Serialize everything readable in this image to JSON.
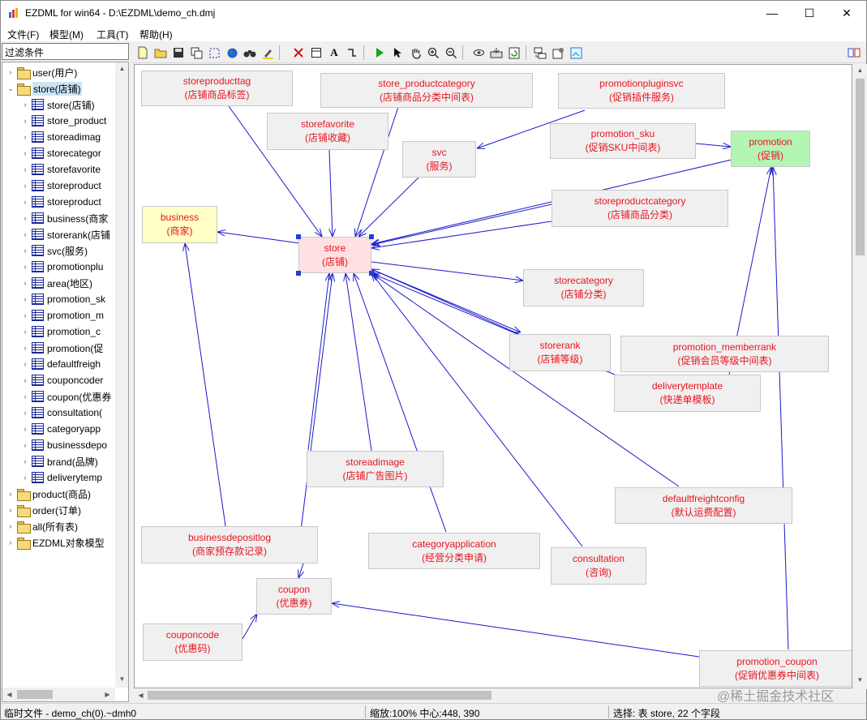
{
  "window": {
    "title": "EZDML for win64 - D:\\EZDML\\demo_ch.dmj",
    "min_glyph": "—",
    "max_glyph": "☐",
    "close_glyph": "✕"
  },
  "menu": [
    "文件(F)",
    "模型(M)",
    "工具(T)",
    "帮助(H)"
  ],
  "filter": {
    "placeholder": "过滤条件"
  },
  "tree": {
    "groups": [
      {
        "label": "user(用户)",
        "expanded": false
      },
      {
        "label": "store(店铺)",
        "expanded": true,
        "selected": true
      },
      {
        "label": "product(商品)",
        "expanded": false
      },
      {
        "label": "order(订单)",
        "expanded": false
      },
      {
        "label": "all(所有表)",
        "expanded": false
      },
      {
        "label": "EZDML对象模型",
        "expanded": false
      }
    ],
    "store_children": [
      "store(店铺)",
      "store_product",
      "storeadimag",
      "storecategor",
      "storefavorite",
      "storeproduct",
      "storeproduct",
      "business(商家",
      "storerank(店铺",
      "svc(服务)",
      "promotionplu",
      "area(地区)",
      "promotion_sk",
      "promotion_m",
      "promotion_c",
      "promotion(促",
      "defaultfreigh",
      "couponcoder",
      "coupon(优惠券",
      "consultation(",
      "categoryapp",
      "businessdepo",
      "brand(品牌)",
      "deliverytemp"
    ]
  },
  "toolbar": {
    "icons": [
      "new-file-icon",
      "open-folder-icon",
      "save-icon",
      "copy-icon",
      "grid-select-icon",
      "globe-icon",
      "binoculars-icon",
      "highlighter-icon",
      "delete-icon",
      "table-icon",
      "text-icon",
      "connector-icon",
      "run-icon",
      "pointer-icon",
      "hand-icon",
      "zoom-in-icon",
      "zoom-out-icon",
      "eye-icon",
      "import-icon",
      "refresh-icon",
      "sql-icon",
      "properties-icon",
      "layout-icon",
      "switch-icon"
    ]
  },
  "diagram": {
    "nodes": [
      {
        "id": "storeproducttag",
        "name": "storeproducttag",
        "caption": "(店铺商品标签)",
        "style": "plain"
      },
      {
        "id": "store_productcategory",
        "name": "store_productcategory",
        "caption": "(店铺商品分类中间表)",
        "style": "plain"
      },
      {
        "id": "promotionpluginsvc",
        "name": "promotionpluginsvc",
        "caption": "(促销插件服务)",
        "style": "plain"
      },
      {
        "id": "storefavorite",
        "name": "storefavorite",
        "caption": "(店铺收藏)",
        "style": "plain"
      },
      {
        "id": "promotion_sku",
        "name": "promotion_sku",
        "caption": "(促销SKU中间表)",
        "style": "plain"
      },
      {
        "id": "promotion",
        "name": "promotion",
        "caption": "(促销)",
        "style": "green"
      },
      {
        "id": "svc",
        "name": "svc",
        "caption": "(服务)",
        "style": "plain"
      },
      {
        "id": "business",
        "name": "business",
        "caption": "(商家)",
        "style": "yellow"
      },
      {
        "id": "storeproductcategory",
        "name": "storeproductcategory",
        "caption": "(店铺商品分类)",
        "style": "plain"
      },
      {
        "id": "store",
        "name": "store",
        "caption": "(店铺)",
        "style": "selected"
      },
      {
        "id": "storecategory",
        "name": "storecategory",
        "caption": "(店铺分类)",
        "style": "plain"
      },
      {
        "id": "storerank",
        "name": "storerank",
        "caption": "(店铺等级)",
        "style": "plain"
      },
      {
        "id": "promotion_memberrank",
        "name": "promotion_memberrank",
        "caption": "(促销会员等级中间表)",
        "style": "plain"
      },
      {
        "id": "deliverytemplate",
        "name": "deliverytemplate",
        "caption": "(快递单模板)",
        "style": "plain"
      },
      {
        "id": "storeadimage",
        "name": "storeadimage",
        "caption": "(店铺广告图片)",
        "style": "plain"
      },
      {
        "id": "defaultfreightconfig",
        "name": "defaultfreightconfig",
        "caption": "(默认运费配置)",
        "style": "plain"
      },
      {
        "id": "businessdepositlog",
        "name": "businessdepositlog",
        "caption": "(商家预存款记录)",
        "style": "plain"
      },
      {
        "id": "categoryapplication",
        "name": "categoryapplication",
        "caption": "(经营分类申请)",
        "style": "plain"
      },
      {
        "id": "consultation",
        "name": "consultation",
        "caption": "(咨询)",
        "style": "plain"
      },
      {
        "id": "coupon",
        "name": "coupon",
        "caption": "(优惠券)",
        "style": "plain"
      },
      {
        "id": "couponcode",
        "name": "couponcode",
        "caption": "(优惠码)",
        "style": "plain"
      },
      {
        "id": "promotion_coupon",
        "name": "promotion_coupon",
        "caption": "(促销优惠券中间表)",
        "style": "plain"
      }
    ]
  },
  "watermark": "@稀土掘金技术社区",
  "status": {
    "file": "临时文件 - demo_ch(0).~dmh0",
    "zoom": "缩放:100% 中心:448, 390",
    "selection": "选择: 表 store, 22 个字段"
  }
}
